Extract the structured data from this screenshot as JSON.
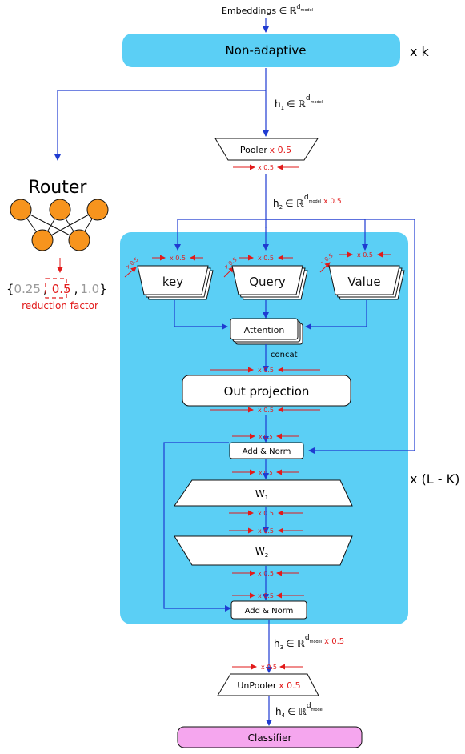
{
  "input": {
    "label": "Embeddings ∈ ℝ",
    "sup": "d",
    "sub": "model"
  },
  "non_adaptive": {
    "label": "Non-adaptive",
    "repeat": "x k"
  },
  "h1": {
    "h": "h",
    "sub": "1",
    "in": "∈ ℝ",
    "sup": "d",
    "supsub": "model"
  },
  "pooler": {
    "label": "Pooler",
    "factor": "x 0.5"
  },
  "scale_label": "x 0.5",
  "h2": {
    "h": "h",
    "sub": "2",
    "in": "∈ ℝ",
    "sup": "d",
    "supsub": "model",
    "factor": "x 0.5"
  },
  "router": {
    "title": "Router",
    "options_open": "{",
    "opt1": "0.25",
    "sep1": ",",
    "opt2": "0.5",
    "sep2": ",",
    "opt3": "1.0",
    "options_close": "}",
    "caption": "reduction factor",
    "colors": {
      "neuron": "#f7941d",
      "selected": "#e21a1a"
    }
  },
  "block": {
    "repeat": "x (L - K)",
    "key": "key",
    "query": "Query",
    "value": "Value",
    "attention": "Attention",
    "concat": "concat",
    "out_projection": "Out projection",
    "add_norm_1": "Add  & Norm",
    "w1": "W",
    "w1_sub": "1",
    "w2": "W",
    "w2_sub": "2",
    "add_norm_2": "Add  & Norm",
    "colors": {
      "background": "#5bcff5",
      "arrow": "#1f3bd1"
    }
  },
  "h3": {
    "h": "h",
    "sub": "3",
    "in": "∈ ℝ",
    "sup": "d",
    "supsub": "model",
    "factor": "x 0.5"
  },
  "unpooler": {
    "label": "UnPooler",
    "factor": "x 0.5"
  },
  "h4": {
    "h": "h",
    "sub": "4",
    "in": "∈ ℝ",
    "sup": "d",
    "supsub": "model"
  },
  "classifier": {
    "label": "Classifier",
    "color": "#f5a6ee"
  }
}
